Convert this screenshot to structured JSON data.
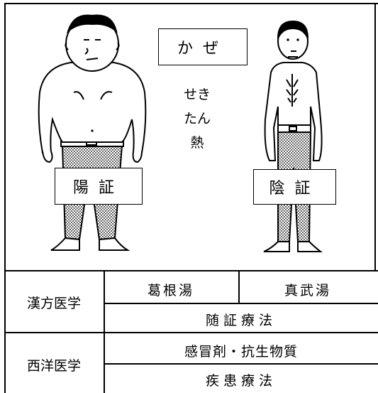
{
  "title_box": "かぜ",
  "symptoms": [
    "せき",
    "たん",
    "熱"
  ],
  "figures": {
    "yang": {
      "label": "陽証"
    },
    "yin": {
      "label": "陰証"
    }
  },
  "table": {
    "kampo": {
      "label": "漢方医学",
      "remedies": [
        "葛根湯",
        "真武湯"
      ],
      "approach": "随証療法"
    },
    "western": {
      "label": "西洋医学",
      "remedies": "感冒剤・抗生物質",
      "approach": "疾患療法"
    }
  }
}
